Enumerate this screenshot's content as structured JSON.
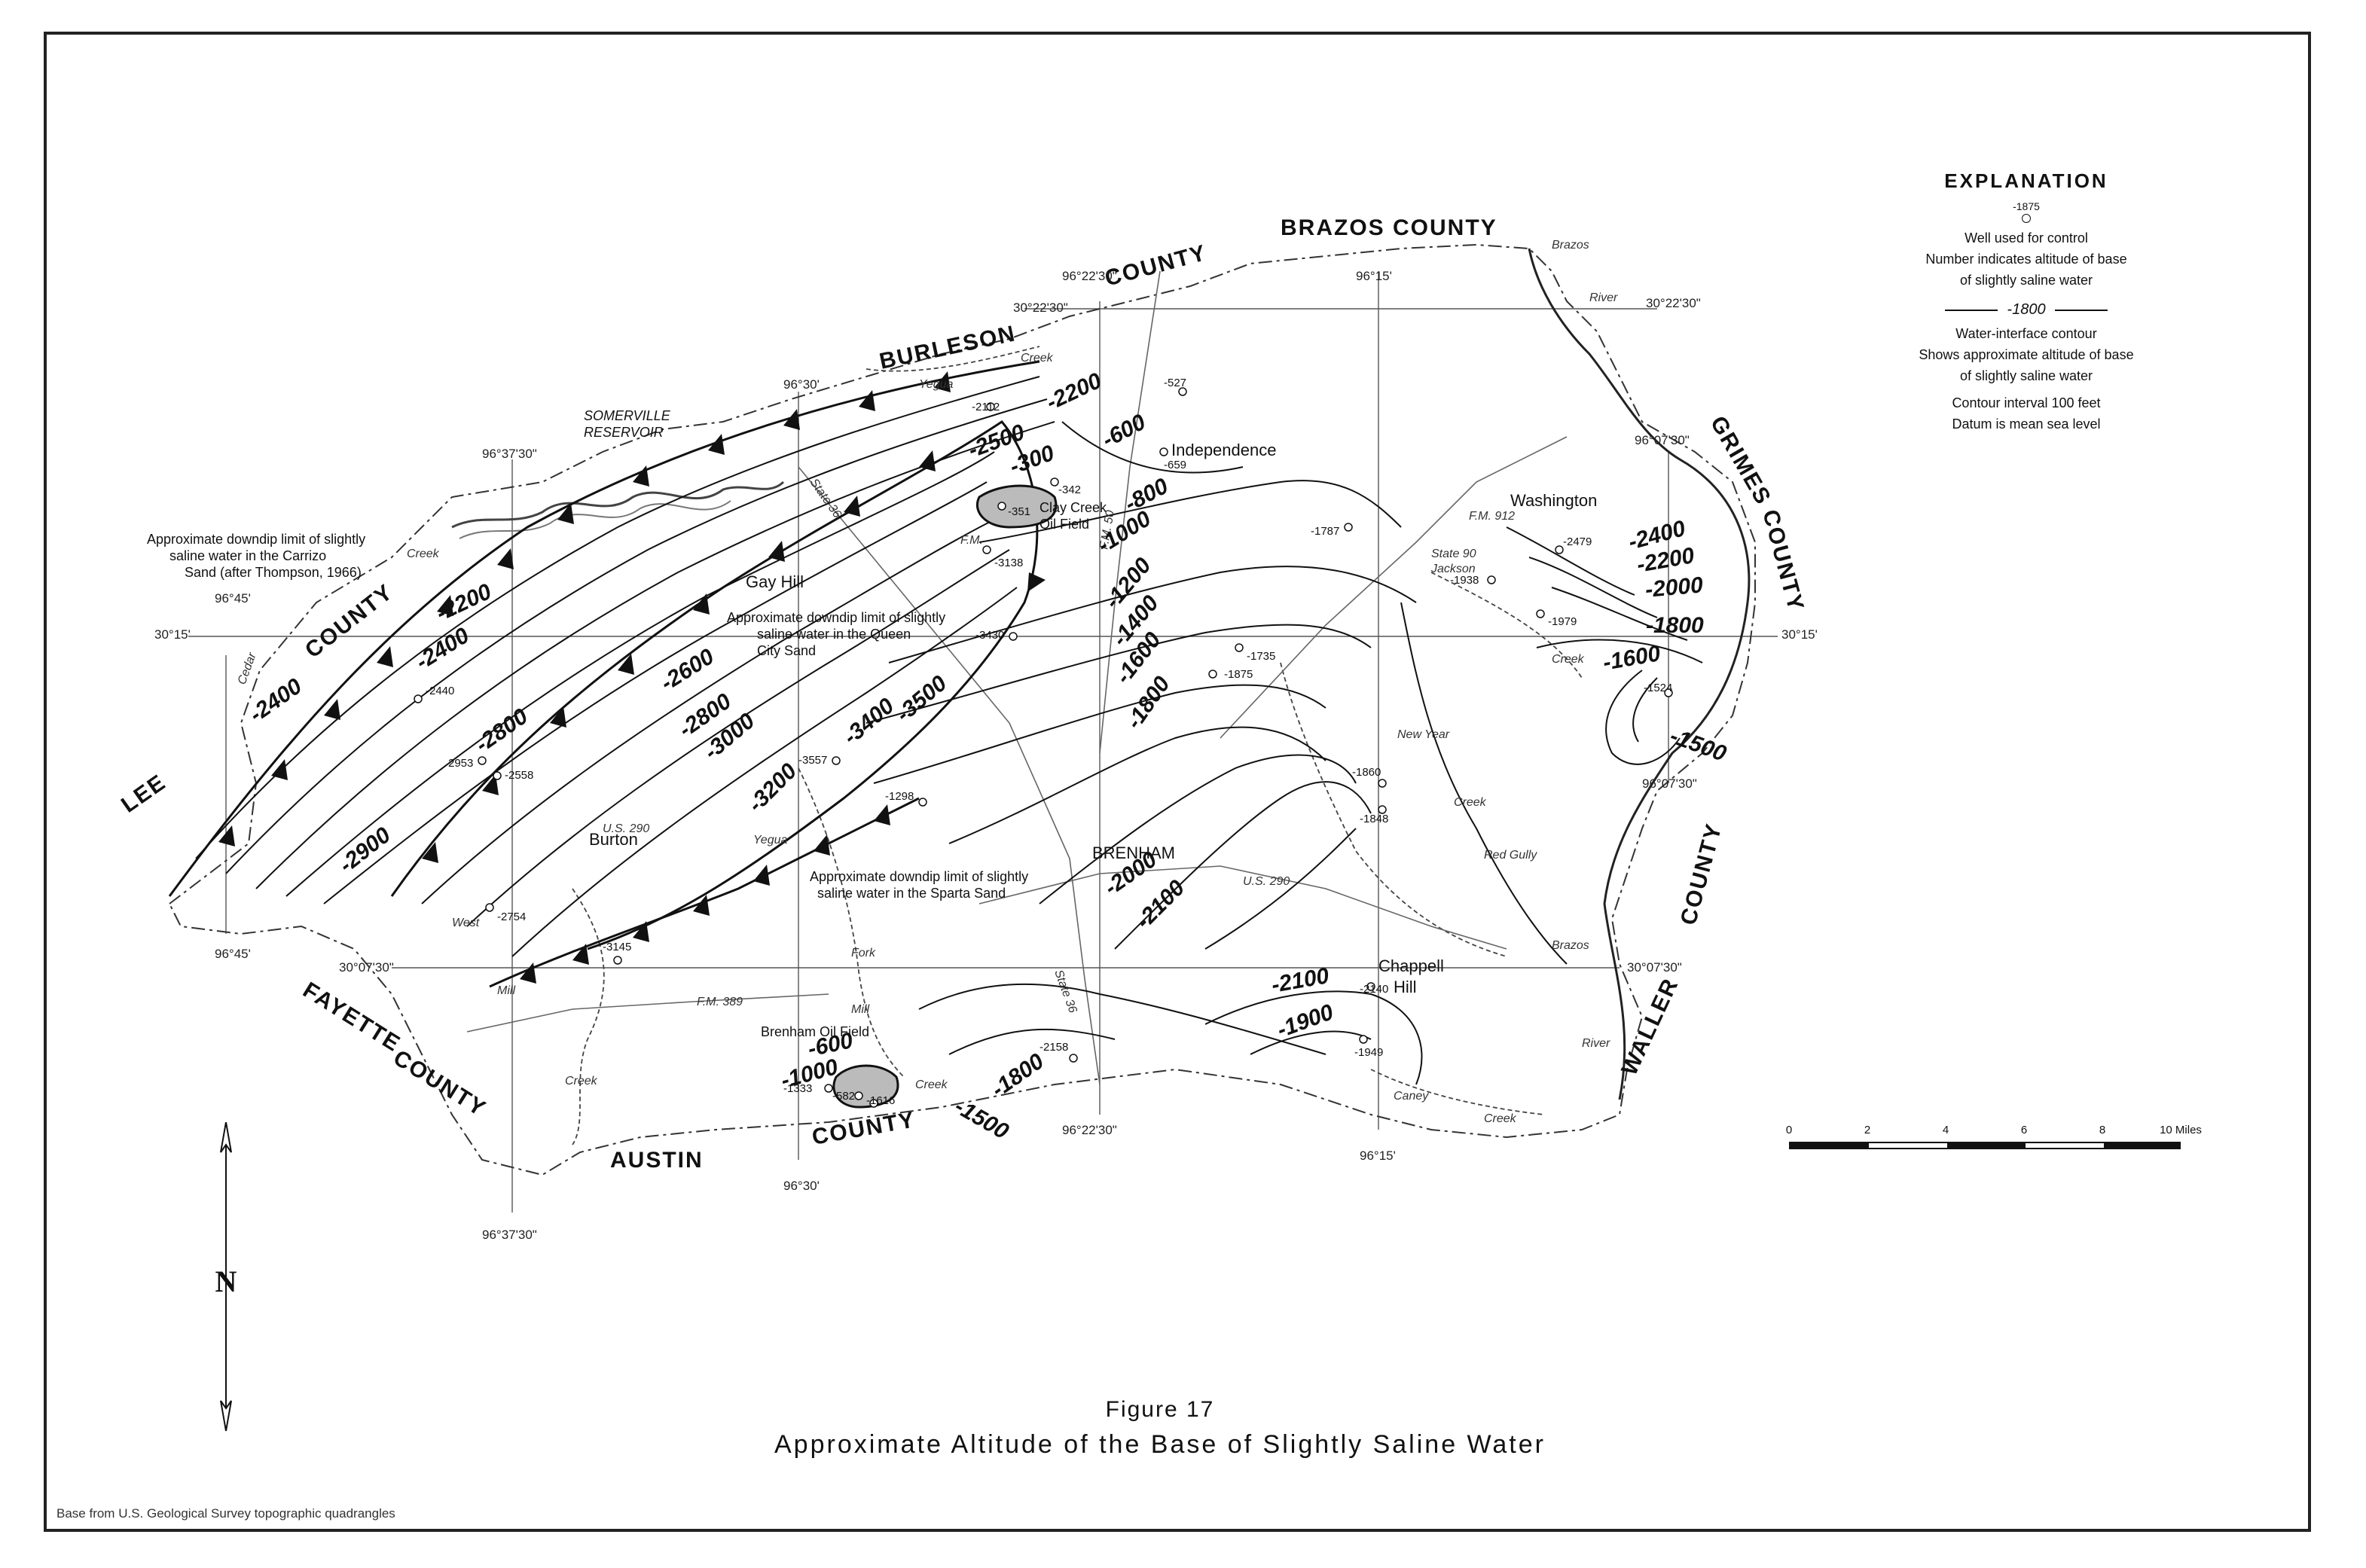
{
  "figure": {
    "number": "Figure 17",
    "title": "Approximate Altitude of the Base of Slightly Saline Water",
    "base_credit": "Base from U.S. Geological Survey topographic quadrangles"
  },
  "legend": {
    "title": "EXPLANATION",
    "well_sample_value": "-1875",
    "well_caption": "Well used for control",
    "well_desc_1": "Number indicates altitude of base",
    "well_desc_2": "of slightly saline water",
    "contour_sample_value": "-1800",
    "contour_caption": "Water-interface contour",
    "contour_desc_1": "Shows approximate altitude of base",
    "contour_desc_2": "of slightly saline water",
    "interval": "Contour interval 100 feet",
    "datum": "Datum is mean sea level"
  },
  "scale": {
    "ticks": [
      "0",
      "2",
      "4",
      "6",
      "8",
      "10 Miles"
    ]
  },
  "north_arrow": {
    "letter": "N",
    "icon": "north-arrow-icon"
  },
  "counties": [
    "BRAZOS COUNTY",
    "BURLESON",
    "COUNTY",
    "LEE",
    "COUNTY",
    "FAYETTE",
    "COUNTY",
    "AUSTIN",
    "COUNTY",
    "WALLER",
    "COUNTY",
    "GRIMES",
    "COUNTY"
  ],
  "places": [
    "Independence",
    "Washington",
    "Gay Hill",
    "Burton",
    "BRENHAM",
    "Chappell",
    "Hill",
    "Clay Creek",
    "Oil Field",
    "Brenham Oil Field",
    "SOMERVILLE",
    "RESERVOIR"
  ],
  "coordinates": [
    "96°22'30\"",
    "96°15'",
    "30°22'30\"",
    "30°22'30\"",
    "96°30'",
    "96°37'30\"",
    "96°07'30\"",
    "96°45'",
    "30°15'",
    "30°15'",
    "96°07'30\"",
    "96°45'",
    "30°07'30\"",
    "30°07'30\"",
    "96°22'30\"",
    "96°15'",
    "96°30'",
    "96°37'30\""
  ],
  "rivers": [
    "Yegua",
    "Creek",
    "Brazos",
    "River",
    "Creek",
    "Cedar",
    "Jackson",
    "Creek",
    "New Year",
    "Creek",
    "Red Gully",
    "Brazos",
    "River",
    "Caney",
    "Creek",
    "Mill",
    "Creek",
    "West",
    "Yegua",
    "Mill",
    "Fork",
    "Creek"
  ],
  "roads": [
    "State 36",
    "F.M. 912",
    "State 90",
    "F.M. 50",
    "U.S. 290",
    "U.S. 290",
    "F.M. 389",
    "State 36",
    "F.M."
  ],
  "limit_notes": [
    "Approximate downdip limit of slightly",
    "saline water in the Carrizo",
    "Sand (after Thompson, 1966)",
    "Approximate downdip limit of slightly",
    "saline water in the Queen",
    "City Sand",
    "Approximate downdip limit of slightly",
    "saline water in the Sparta Sand"
  ],
  "contour_labels": [
    "-2200",
    "-2500",
    "-300",
    "-600",
    "-800",
    "-1000",
    "-2200",
    "-2400",
    "-2400",
    "-2600",
    "-2800",
    "-3000",
    "-3200",
    "-3400",
    "-3500",
    "-2800",
    "-2900",
    "-1200",
    "-1400",
    "-1600",
    "-1800",
    "-2000",
    "-2100",
    "-2400",
    "-2200",
    "-2000",
    "-1800",
    "-1600",
    "-1500",
    "-2100",
    "-1900",
    "-600",
    "-1000",
    "-1500",
    "-1800"
  ],
  "wells": [
    "-2112",
    "-527",
    "-659",
    "-342",
    "-3138",
    "-351",
    "-1787",
    "-2479",
    "-1938",
    "-1979",
    "-3430",
    "-1735",
    "-1875",
    "-1524",
    "-2440",
    "2953",
    "-2558",
    "-3557",
    "-1298",
    "-1860",
    "-1848",
    "-2754",
    "-3145",
    "-2140",
    "-2158",
    "-1949",
    "-1333",
    "-582",
    "-1616"
  ]
}
